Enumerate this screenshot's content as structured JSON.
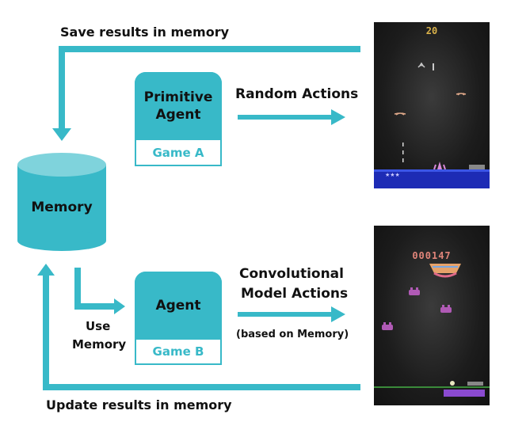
{
  "labels": {
    "save_results": "Save results in memory",
    "update_results": "Update results in memory",
    "random_actions": "Random Actions",
    "conv_actions_line1": "Convolutional",
    "conv_actions_line2": "Model Actions",
    "based_on_memory": "(based on Memory)",
    "use_memory_line1": "Use",
    "use_memory_line2": "Memory"
  },
  "memory": {
    "label": "Memory"
  },
  "primitive_agent": {
    "line1": "Primitive",
    "line2": "Agent",
    "game": "Game A"
  },
  "agent": {
    "label": "Agent",
    "game": "Game B"
  },
  "game_a_screen": {
    "score": "20"
  },
  "game_b_screen": {
    "score": "000147"
  },
  "colors": {
    "accent": "#38b9c8",
    "accent_light": "#7fd3dc",
    "screen_bg": "#1c1c1c"
  }
}
